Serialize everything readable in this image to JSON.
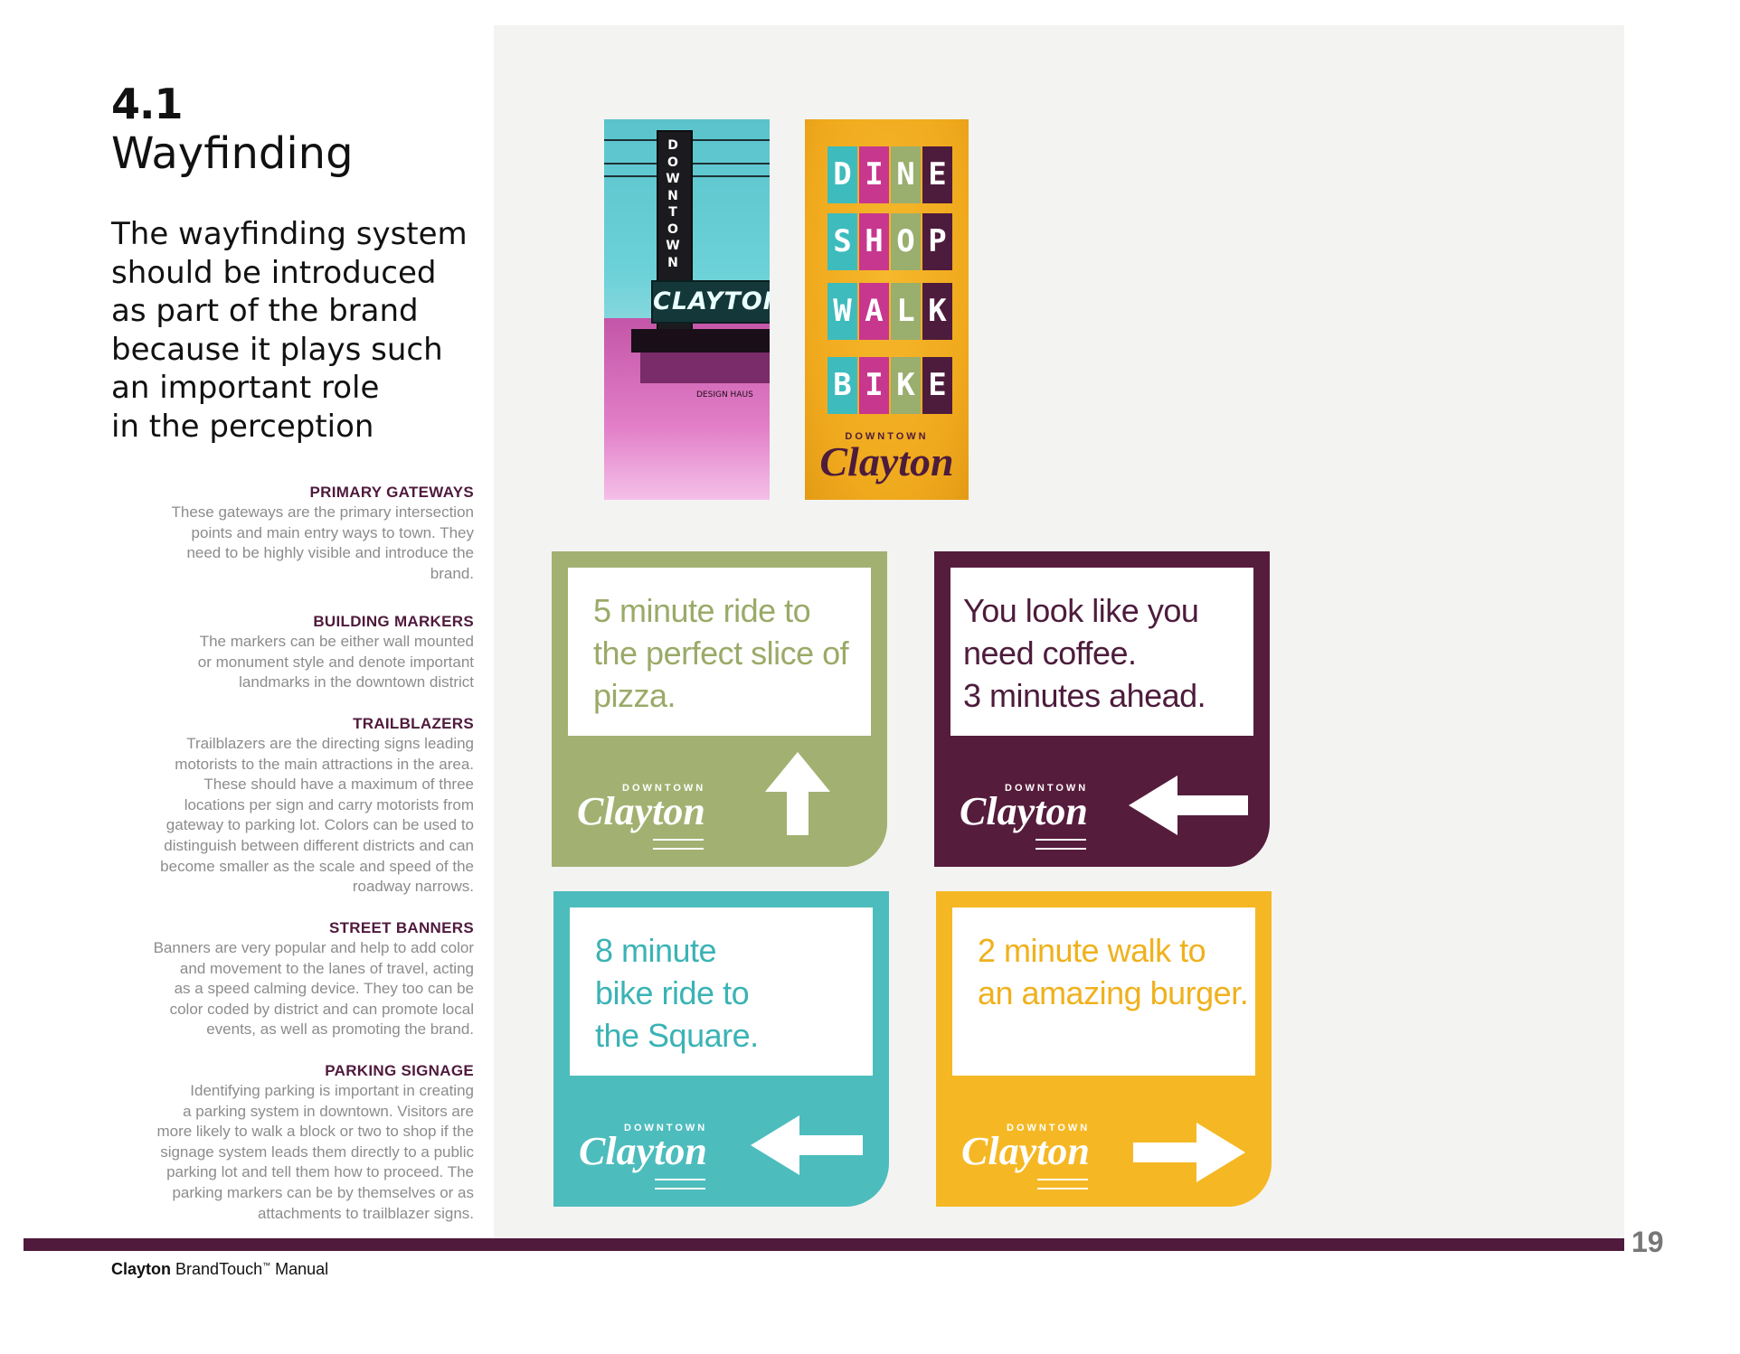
{
  "section": {
    "number": "4.1",
    "title": "Wayfinding",
    "intro_lines": [
      "The wayfinding system",
      "should be introduced",
      "as part of the brand",
      "because it plays such",
      "an important role",
      "in the perception"
    ]
  },
  "items": [
    {
      "heading": "PRIMARY GATEWAYS",
      "lines": [
        "These gateways are the primary intersection",
        "points and main entry ways to town. They",
        "need to be highly visible and introduce the",
        "brand."
      ]
    },
    {
      "heading": "BUILDING MARKERS",
      "lines": [
        "The markers can be either wall mounted",
        "or monument style and denote important",
        "landmarks in the downtown district"
      ]
    },
    {
      "heading": "TRAILBLAZERS",
      "lines": [
        "Trailblazers are the directing signs leading",
        "motorists to the main attractions in the area.",
        "These should have a maximum of three",
        "locations per sign and carry motorists from",
        "gateway to parking lot. Colors can be used to",
        "distinguish between different districts and can",
        "become smaller as the scale and speed of the",
        "roadway narrows."
      ]
    },
    {
      "heading": "STREET BANNERS",
      "lines": [
        "Banners are very popular and help to add color",
        "and movement to the lanes of travel, acting",
        "as a speed calming device. They too can be",
        "color coded by district and can promote local",
        "events, as well as promoting the brand."
      ]
    },
    {
      "heading": "PARKING SIGNAGE",
      "lines": [
        "Identifying parking is important in creating",
        "a parking system in downtown. Visitors are",
        "more likely to walk a block or two to shop if the",
        "signage system leads them directly to a public",
        "parking lot and tell them how to proceed. The",
        "parking markers can be by themselves or as",
        "attachments to trailblazer signs."
      ]
    }
  ],
  "photo": {
    "vertical_letters": [
      "D",
      "O",
      "W",
      "N",
      "T",
      "O",
      "W",
      "N"
    ],
    "marquee": "CLAYTON",
    "storefront": "DESIGN HAUS"
  },
  "banner": {
    "rows": [
      [
        "D",
        "I",
        "N",
        "E"
      ],
      [
        "S",
        "H",
        "O",
        "P"
      ],
      [
        "W",
        "A",
        "L",
        "K"
      ],
      [
        "B",
        "I",
        "K",
        "E"
      ]
    ],
    "tile_colors": [
      "#3dbbbd",
      "#c8378e",
      "#9aae6e",
      "#4d1c3c"
    ],
    "downtown": "DOWNTOWN",
    "logo": "Clayton"
  },
  "signs": [
    {
      "lines": [
        "5 minute ride to",
        "the perfect slice of",
        "pizza."
      ],
      "arrow": "up-arrow-icon",
      "color": "#a2b171",
      "text_color": "#9aaa68",
      "downtown": "DOWNTOWN",
      "logo": "Clayton"
    },
    {
      "lines": [
        "You look like you",
        "need coffee.",
        "3 minutes ahead."
      ],
      "arrow": "left-arrow-icon",
      "color": "#561c3c",
      "text_color": "#4d1c3c",
      "downtown": "DOWNTOWN",
      "logo": "Clayton"
    },
    {
      "lines": [
        "8 minute",
        "bike ride to",
        "the Square."
      ],
      "arrow": "left-arrow-icon",
      "color": "#4dbcbd",
      "text_color": "#3bb3b5",
      "downtown": "DOWNTOWN",
      "logo": "Clayton"
    },
    {
      "lines": [
        "2 minute walk to",
        "an amazing burger."
      ],
      "arrow": "right-arrow-icon",
      "color": "#f5b824",
      "text_color": "#efb11d",
      "downtown": "DOWNTOWN",
      "logo": "Clayton"
    }
  ],
  "footer": {
    "brand": "Clayton",
    "product": "BrandTouch",
    "tm": "™",
    "suffix": "Manual",
    "page_number": "19"
  },
  "colors": {
    "accent": "#4f1a3c",
    "panel_bg": "#f3f3f2",
    "body_text": "#8c8c8c"
  }
}
